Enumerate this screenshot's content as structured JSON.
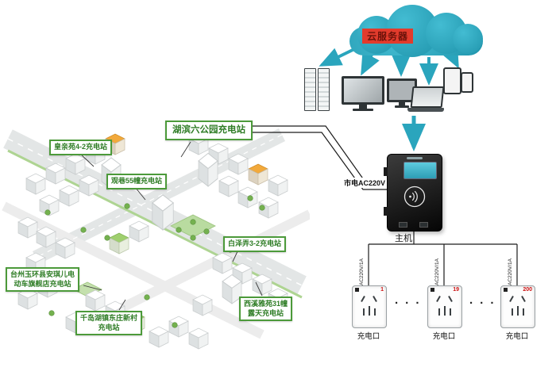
{
  "cloud": {
    "label": "云服务器"
  },
  "host": {
    "label": "主机",
    "mains_label": "市电AC220V"
  },
  "sockets": {
    "cable_label": "AC220V/1A",
    "port_label": "充电口",
    "ellipsis": "· · ·",
    "items": [
      {
        "id": "1"
      },
      {
        "id": "19"
      },
      {
        "id": "200"
      }
    ]
  },
  "stations": [
    {
      "lines": [
        "湖滨六公园充电站"
      ]
    },
    {
      "lines": [
        "皇亲苑4-2充电站"
      ]
    },
    {
      "lines": [
        "观巷55幢充电站"
      ]
    },
    {
      "lines": [
        "白泽弄3-2充电站"
      ]
    },
    {
      "lines": [
        "台州玉环县安琪儿电",
        "动车旗舰店充电站"
      ]
    },
    {
      "lines": [
        "西溪雅苑31幢",
        "露天充电站"
      ]
    },
    {
      "lines": [
        "千岛湖镇东庄新村",
        "充电站"
      ]
    }
  ],
  "colors": {
    "teal": "#2aa5bd",
    "green_border": "#4c9a3a",
    "green_text": "#2f7d26",
    "red_label_bg": "#e23b2c",
    "socket_id_red": "#cc1111"
  }
}
